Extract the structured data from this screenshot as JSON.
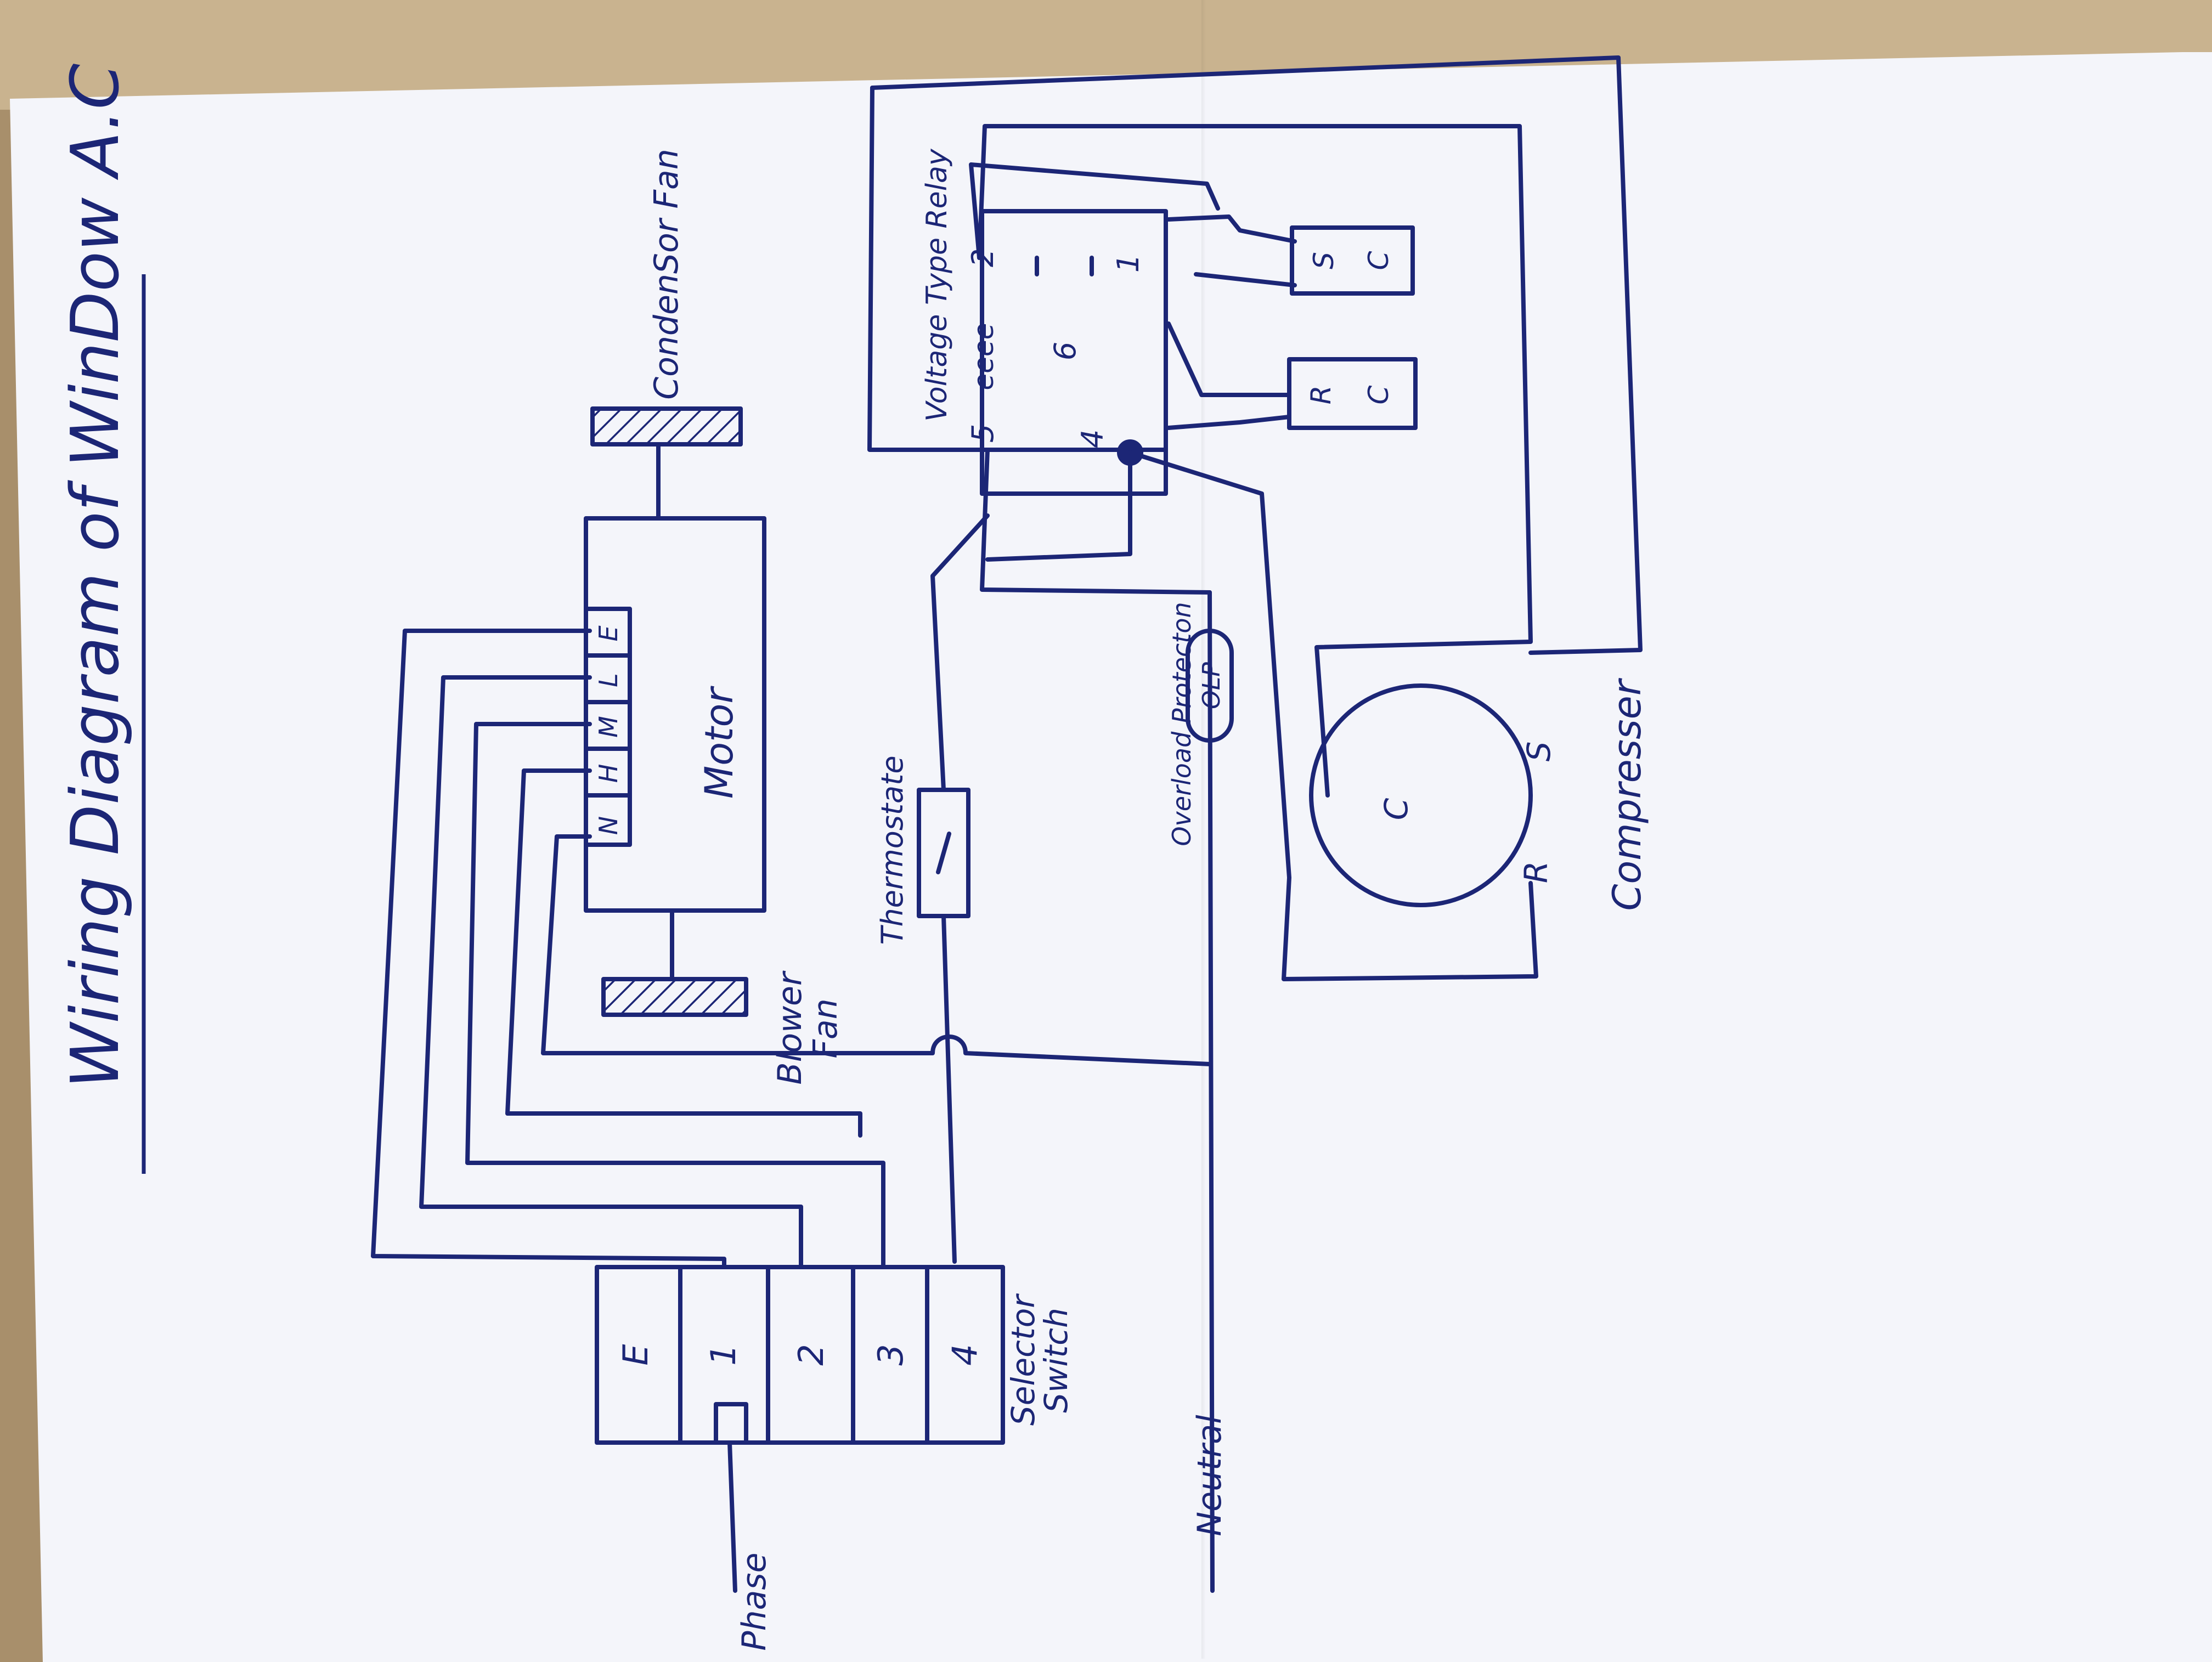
{
  "title": "Wiring Diagram of WinDow A.C",
  "ink_color": "#1c2676",
  "paper_color": "#f4f5fa",
  "labels": {
    "motor": "Motor",
    "blower_fan": [
      "Blower",
      "Fan"
    ],
    "condenser_fan": "CondenSor Fan",
    "thermostat": "Thermostate",
    "olp_caption": "Overload Protecton",
    "olp": "OLP",
    "relay": "Voltage Type Relay",
    "compressor": "Compresser",
    "selector_switch": [
      "Selector",
      "Switch"
    ],
    "phase": "Phase",
    "neutral": "Neutral"
  },
  "motor_terminals": [
    "N",
    "H",
    "M",
    "L",
    "E"
  ],
  "selector_positions": [
    "E",
    "1",
    "2",
    "3",
    "4"
  ],
  "relay_terminals": [
    "5",
    "2",
    "1",
    "4",
    "6"
  ],
  "relay_coil": "eeee",
  "capacitor_top": [
    "S",
    "C"
  ],
  "capacitor_bottom": [
    "R",
    "C"
  ],
  "compressor_terminals": [
    "C",
    "S",
    "R"
  ]
}
